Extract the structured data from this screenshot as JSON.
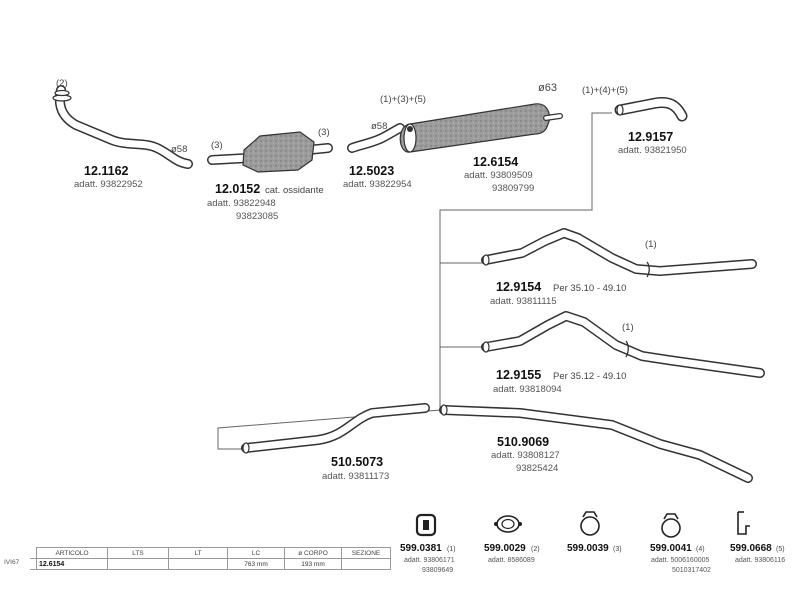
{
  "parts": [
    {
      "id": "p1",
      "code": "12.1162",
      "adatt": "adatt. 93822952",
      "callouts": [
        "(2)"
      ],
      "diameter": "ø58"
    },
    {
      "id": "p2",
      "code": "12.0152",
      "note": "cat. ossidante",
      "adatt": "adatt. 93822948",
      "adatt2": "93823085",
      "callouts": [
        "(3)",
        "(3)"
      ]
    },
    {
      "id": "p3",
      "code": "12.5023",
      "adatt": "adatt. 93822954",
      "diameter": "ø58"
    },
    {
      "id": "p4",
      "code": "12.6154",
      "adatt": "adatt. 93809509",
      "adatt2": "93809799",
      "callouts": [
        "(1)+(3)+(5)"
      ],
      "diameter": "ø63"
    },
    {
      "id": "p5",
      "code": "12.9157",
      "adatt": "adatt. 93821950",
      "callouts": [
        "(1)+(4)+(5)"
      ]
    },
    {
      "id": "p6",
      "code": "12.9154",
      "note": "Per 35.10 - 49.10",
      "adatt": "adatt. 93811115",
      "callouts": [
        "(1)"
      ]
    },
    {
      "id": "p7",
      "code": "12.9155",
      "note": "Per 35.12 - 49.10",
      "adatt": "adatt. 93818094",
      "callouts": [
        "(1)"
      ]
    },
    {
      "id": "p8",
      "code": "510.5073",
      "adatt": "adatt. 93811173"
    },
    {
      "id": "p9",
      "code": "510.9069",
      "adatt": "adatt. 93808127",
      "adatt2": "93825424"
    }
  ],
  "accessories": [
    {
      "code": "599.0381",
      "ref": "(1)",
      "adatt": "adatt. 93806171",
      "adatt2": "93809649",
      "icon": "rubber-hanger-icon"
    },
    {
      "code": "599.0029",
      "ref": "(2)",
      "adatt": "adatt. 8586089",
      "icon": "flange-gasket-icon"
    },
    {
      "code": "599.0039",
      "ref": "(3)",
      "icon": "pipe-clamp-icon"
    },
    {
      "code": "599.0041",
      "ref": "(4)",
      "adatt": "adatt. 5006160005",
      "adatt2": "5010317402",
      "icon": "pipe-clamp-icon"
    },
    {
      "code": "599.0668",
      "ref": "(5)",
      "adatt": "adatt. 93806116",
      "icon": "mounting-bracket-icon"
    }
  ],
  "spec_table": {
    "model_label": "IVI67",
    "headers": [
      "ARTICOLO",
      "LTS",
      "LT",
      "LC",
      "ø CORPO",
      "SEZIONE"
    ],
    "row": [
      "12.6154",
      "",
      "",
      "763 mm",
      "193 mm",
      ""
    ]
  }
}
